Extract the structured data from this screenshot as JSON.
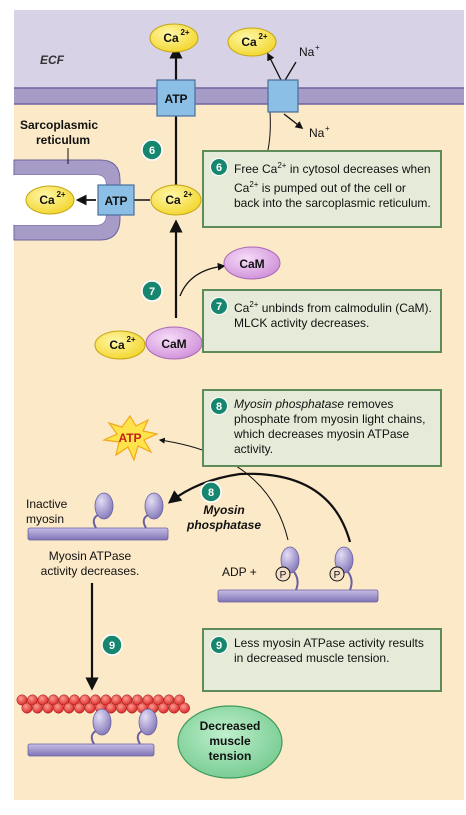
{
  "region_label": "ECF",
  "labels": {
    "sarcoplasmic_line1": "Sarcoplasmic",
    "sarcoplasmic_line2": "reticulum",
    "inactive_line1": "Inactive",
    "inactive_line2": "myosin",
    "atpase_line1": "Myosin ATPase",
    "atpase_line2": "activity decreases.",
    "myosin_phosphatase_line1": "Myosin",
    "myosin_phosphatase_line2": "phosphatase",
    "adp_plus": "ADP +",
    "p": "P",
    "decreased_line1": "Decreased",
    "decreased_line2": "muscle",
    "decreased_line3": "tension"
  },
  "molecules": {
    "ca": "Ca",
    "ca_sup": "2+",
    "na": "Na",
    "na_sup": "+",
    "atp": "ATP",
    "cam": "CaM"
  },
  "steps": {
    "six": "6",
    "seven": "7",
    "eight": "8",
    "nine": "9"
  },
  "boxes": {
    "b6": {
      "pre": "Free Ca",
      "sup": "2+",
      "post": " in cytosol decreases when Ca",
      "sup2": "2+",
      "post2": " is pumped out of the cell or back into the sarcoplasmic reticulum."
    },
    "b7": {
      "pre": "Ca",
      "sup": "2+",
      "post": " unbinds from calmodulin (CaM). MLCK activity decreases."
    },
    "b8": {
      "italic": "Myosin phosphatase",
      "post": " removes phosphate from myosin light chains, which decreases myosin ATPase activity."
    },
    "b9": {
      "text": "Less myosin ATPase activity results in decreased muscle tension."
    }
  },
  "colors": {
    "ecf": "#d8d2e6",
    "cytosol": "#fbe9c8",
    "membrane": "#a79cc8",
    "ca_fill": "#f5e24a",
    "cam_fill": "#e0b4e6",
    "atp_fill": "#8bbfe6",
    "step_badge": "#16866e",
    "box_fill": "#e6ebd9",
    "actin": "#e8312c",
    "tension_fill": "#8fd6a6"
  }
}
